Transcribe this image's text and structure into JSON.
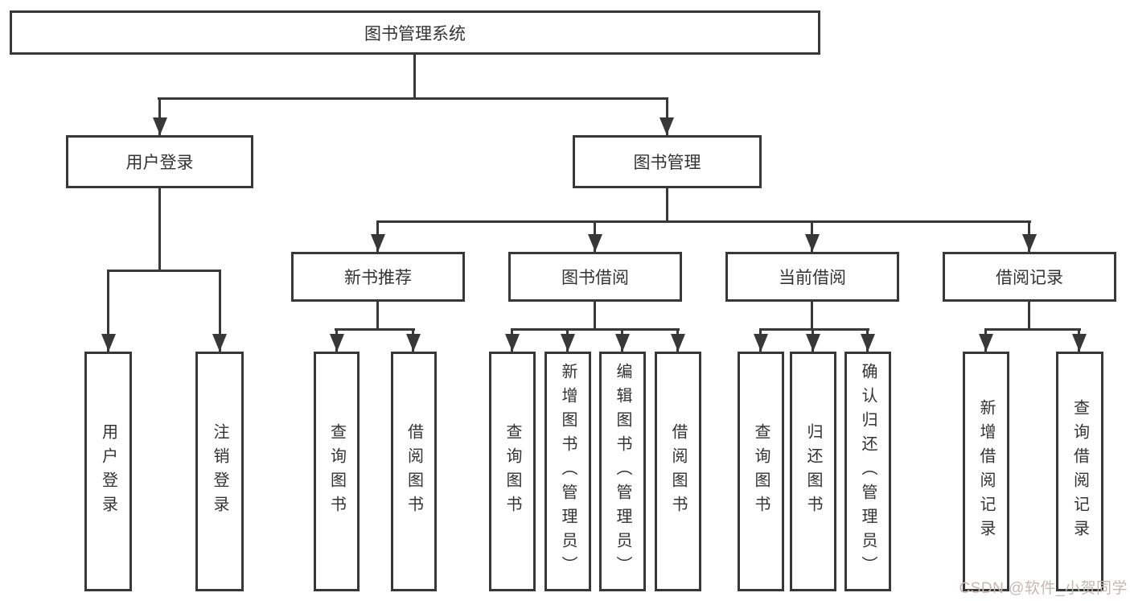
{
  "tree": {
    "root": {
      "label": "图书管理系统"
    },
    "branches": [
      {
        "label": "用户登录",
        "leaves": [
          {
            "label": "用户登录"
          },
          {
            "label": "注销登录"
          }
        ]
      },
      {
        "label": "图书管理",
        "sections": [
          {
            "label": "新书推荐",
            "leaves": [
              {
                "label": "查询图书"
              },
              {
                "label": "借阅图书"
              }
            ]
          },
          {
            "label": "图书借阅",
            "leaves": [
              {
                "label": "查询图书"
              },
              {
                "label": "新增图书（管理员）"
              },
              {
                "label": "编辑图书（管理员）"
              },
              {
                "label": "借阅图书"
              }
            ]
          },
          {
            "label": "当前借阅",
            "leaves": [
              {
                "label": "查询图书"
              },
              {
                "label": "归还图书"
              },
              {
                "label": "确认归还（管理员）"
              }
            ]
          },
          {
            "label": "借阅记录",
            "leaves": [
              {
                "label": "新增借阅记录"
              },
              {
                "label": "查询借阅记录"
              }
            ]
          }
        ]
      }
    ]
  },
  "watermark": {
    "text": "CSDN @软件_小贺同学"
  },
  "colors": {
    "line": "#383838",
    "text": "#333333",
    "watermark": "#c6b8b8",
    "background": "#ffffff"
  }
}
